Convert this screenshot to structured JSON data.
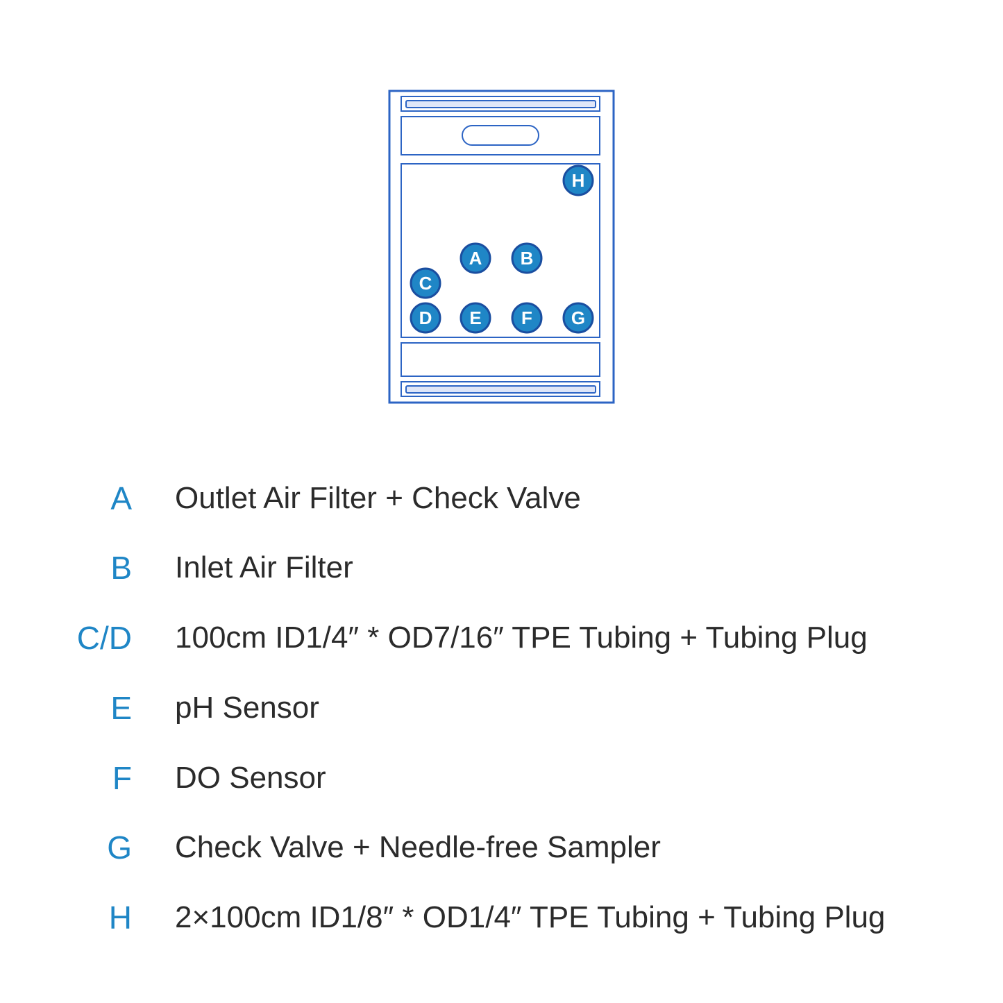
{
  "colors": {
    "accent": "#1f86c6",
    "outline": "#2c64c4",
    "fill_light": "#dfe6f8",
    "text": "#2b2b2b"
  },
  "markers": [
    "A",
    "B",
    "C",
    "D",
    "E",
    "F",
    "G",
    "H"
  ],
  "legend": [
    {
      "key": "A",
      "text": "Outlet Air Filter + Check Valve"
    },
    {
      "key": "B",
      "text": "Inlet Air Filter"
    },
    {
      "key": "C/D",
      "text": "100cm ID1/4″ * OD7/16″ TPE Tubing + Tubing Plug"
    },
    {
      "key": "E",
      "text": "pH Sensor"
    },
    {
      "key": "F",
      "text": "DO Sensor"
    },
    {
      "key": "G",
      "text": "Check Valve + Needle-free Sampler"
    },
    {
      "key": "H",
      "text": "2×100cm ID1/8″ * OD1/4″ TPE Tubing + Tubing Plug"
    }
  ]
}
